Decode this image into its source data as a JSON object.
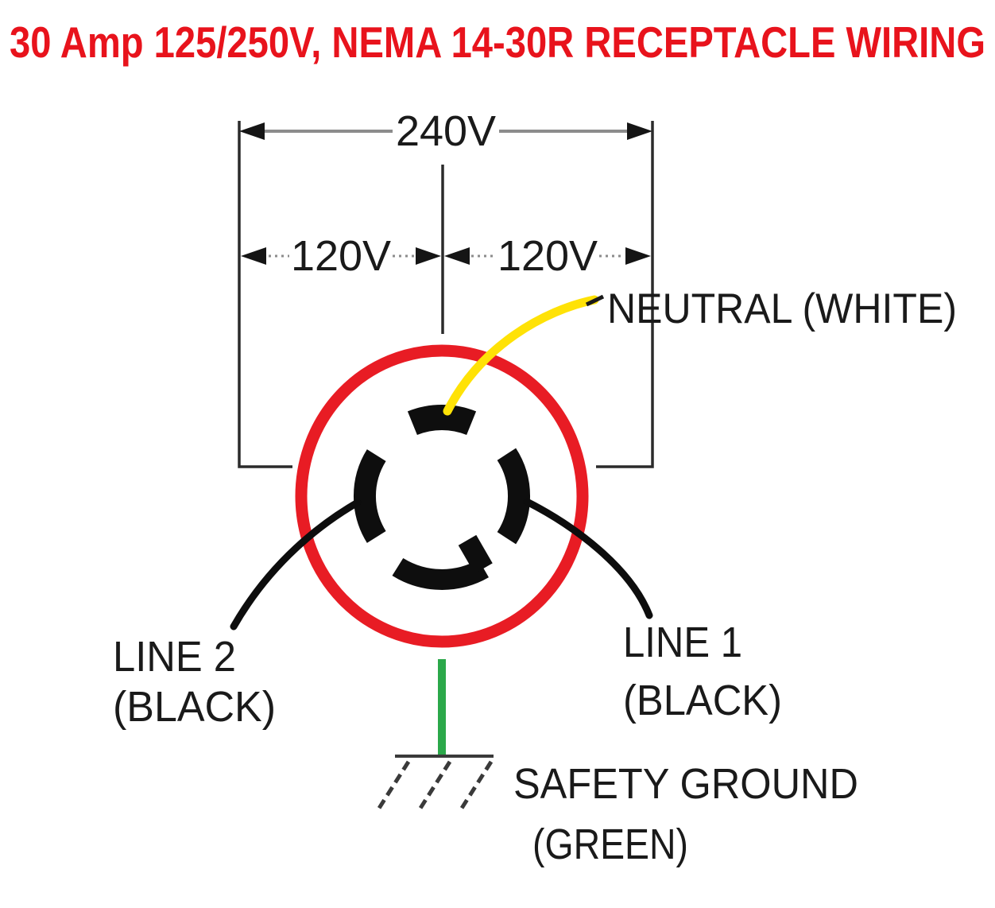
{
  "title": "30 Amp 125/250V, NEMA 14-30R RECEPTACLE WIRING",
  "labels": {
    "voltage_total": "240V",
    "voltage_left": "120V",
    "voltage_right": "120V",
    "neutral": "NEUTRAL (WHITE)",
    "line2": "LINE 2",
    "line2_color": "(BLACK)",
    "line1": "LINE 1",
    "line1_color": "(BLACK)",
    "ground": "SAFETY GROUND",
    "ground_color": "(GREEN)"
  },
  "colors": {
    "title_red": "#e8131c",
    "ring_red": "#e81c24",
    "neutral_wire_yellow": "#ffe206",
    "ground_wire_green": "#2ba84a",
    "line_wire_black": "#0d0d0d",
    "slot_black": "#0e0e0e",
    "text_black": "#1a1a1a",
    "arrow_black": "#151515",
    "structure_dark": "#2b2b2b",
    "dimension_gray": "#8c8c8c",
    "ground_symbol_gray": "#3a3a3a"
  }
}
